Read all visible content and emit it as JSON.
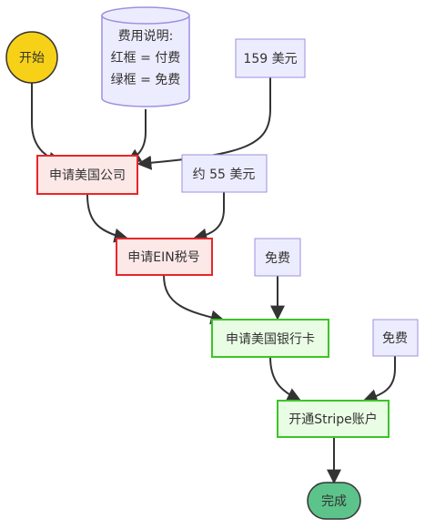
{
  "flow": {
    "start": "开始",
    "end": "完成",
    "steps": [
      {
        "id": "apply_company",
        "label": "申请美国公司",
        "fee": "159 美元",
        "type": "paid"
      },
      {
        "id": "apply_ein",
        "label": "申请EIN税号",
        "fee": "约 55 美元",
        "type": "paid"
      },
      {
        "id": "apply_bank",
        "label": "申请美国银行卡",
        "fee": "免费",
        "type": "free"
      },
      {
        "id": "open_stripe",
        "label": "开通Stripe账户",
        "fee": "免费",
        "type": "free"
      }
    ]
  },
  "legend": {
    "lines": [
      "费用说明:",
      "红框 = 付费",
      "绿框 = 免费"
    ]
  },
  "colors": {
    "start_fill": "#f7d117",
    "end_fill": "#5cc38a",
    "paid_fill": "#fde8e8",
    "paid_stroke": "#e8262a",
    "free_fill": "#e9fce4",
    "free_stroke": "#3cc427",
    "note_fill": "#ececff",
    "note_stroke": "#9d8fe0",
    "edge": "#333333"
  }
}
